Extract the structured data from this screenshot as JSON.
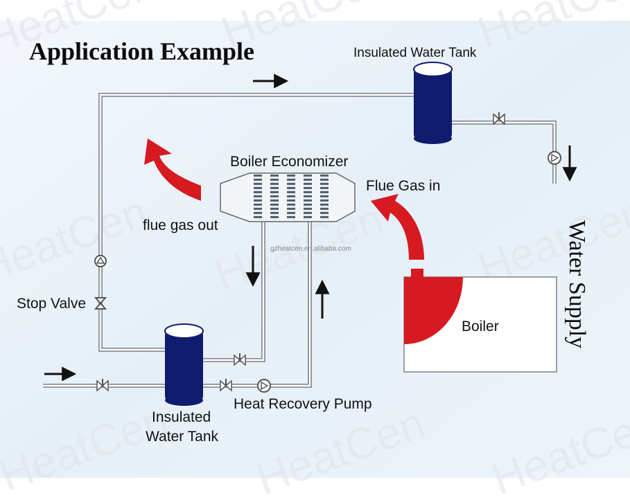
{
  "title": "Application Example",
  "labels": {
    "top_tank": "Insulated Water Tank",
    "economizer": "Boiler Economizer",
    "flue_gas_in": "Flue Gas in",
    "flue_gas_out": "flue gas out",
    "stop_valve": "Stop Valve",
    "bottom_tank_line1": "Insulated",
    "bottom_tank_line2": "Water Tank",
    "pump": "Heat Recovery Pump",
    "boiler": "Boiler",
    "water_supply": "Water Supply",
    "source_url": "gzheatcen.en.alibaba.com"
  },
  "watermark": "HeatCen",
  "colors": {
    "tank": "#0f1b6e",
    "flue_arrow": "#d71920",
    "pipe": "#8a8f98",
    "background_panel": "#eaf2f9",
    "boiler_fill": "#d71920"
  }
}
